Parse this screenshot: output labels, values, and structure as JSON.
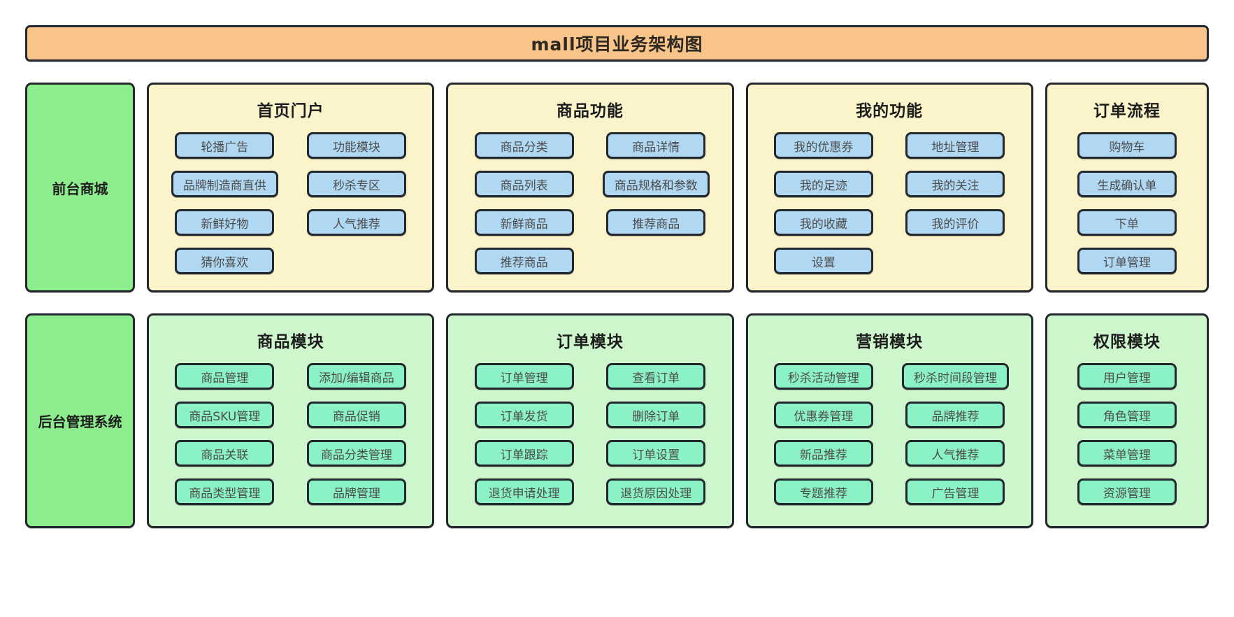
{
  "title": "mall项目业务架构图",
  "colors": {
    "border": "#23272e",
    "banner_orange": "#f8c489",
    "label_green": "#8dec8d",
    "frontend_panel_yellow": "#fbf3ca",
    "frontend_chip_blue": "#b0d8f3",
    "backend_panel_green": "#cdf6cc",
    "backend_chip_mint": "#8bf2c5"
  },
  "rows": [
    {
      "name": "frontend-row",
      "label": "前台商城",
      "panels": [
        {
          "name": "home-portal",
          "title": "首页门户",
          "columns": 2,
          "items": [
            "轮播广告",
            "功能模块",
            "品牌制造商直供",
            "秒杀专区",
            "新鲜好物",
            "人气推荐",
            "猜你喜欢"
          ]
        },
        {
          "name": "product-features",
          "title": "商品功能",
          "columns": 2,
          "items": [
            "商品分类",
            "商品详情",
            "商品列表",
            "商品规格和参数",
            "新鲜商品",
            "推荐商品",
            "推荐商品"
          ]
        },
        {
          "name": "my-features",
          "title": "我的功能",
          "columns": 2,
          "items": [
            "我的优惠券",
            "地址管理",
            "我的足迹",
            "我的关注",
            "我的收藏",
            "我的评价",
            "设置"
          ]
        },
        {
          "name": "order-flow",
          "title": "订单流程",
          "columns": 1,
          "items": [
            "购物车",
            "生成确认单",
            "下单",
            "订单管理"
          ]
        }
      ]
    },
    {
      "name": "backend-row",
      "label": "后台管理系统",
      "panels": [
        {
          "name": "product-module",
          "title": "商品模块",
          "columns": 2,
          "items": [
            "商品管理",
            "添加/编辑商品",
            "商品SKU管理",
            "商品促销",
            "商品关联",
            "商品分类管理",
            "商品类型管理",
            "品牌管理"
          ]
        },
        {
          "name": "order-module",
          "title": "订单模块",
          "columns": 2,
          "items": [
            "订单管理",
            "查看订单",
            "订单发货",
            "删除订单",
            "订单跟踪",
            "订单设置",
            "退货申请处理",
            "退货原因处理"
          ]
        },
        {
          "name": "marketing-module",
          "title": "营销模块",
          "columns": 2,
          "items": [
            "秒杀活动管理",
            "秒杀时间段管理",
            "优惠券管理",
            "品牌推荐",
            "新品推荐",
            "人气推荐",
            "专题推荐",
            "广告管理"
          ]
        },
        {
          "name": "permission-module",
          "title": "权限模块",
          "columns": 1,
          "items": [
            "用户管理",
            "角色管理",
            "菜单管理",
            "资源管理"
          ]
        }
      ]
    }
  ]
}
